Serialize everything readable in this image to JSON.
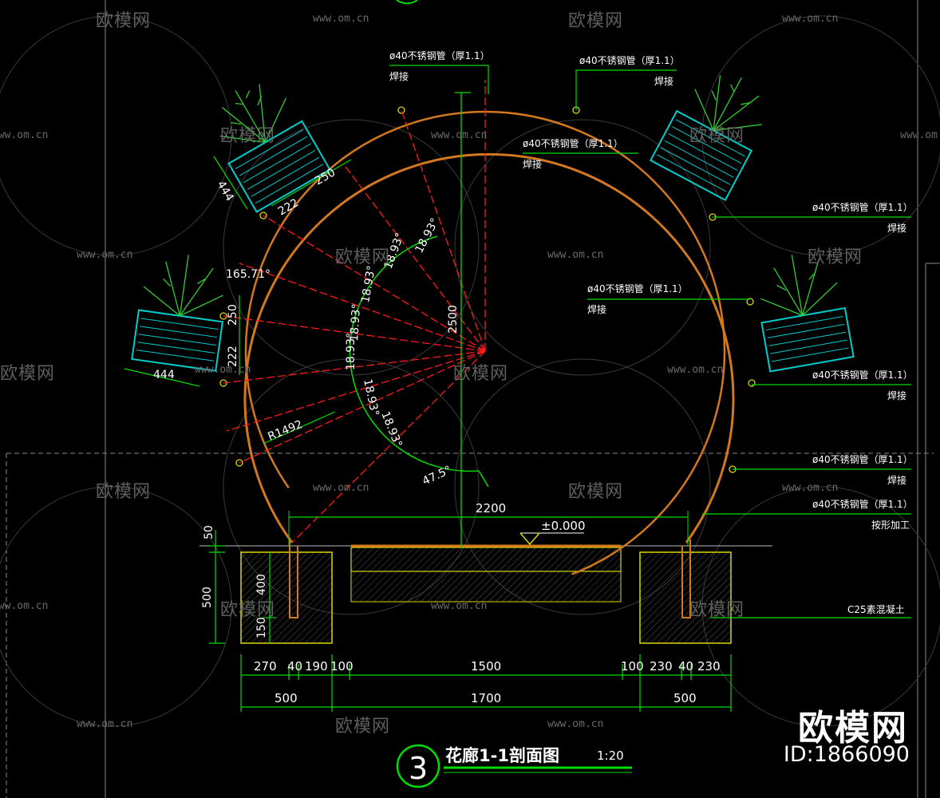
{
  "drawing": {
    "title": "花廊1-1剖面图",
    "scale": "1:20",
    "section_number": "3",
    "elevation": "±0.000",
    "radius_label": "R1492",
    "pipe_label": "ø40不锈钢管（厚1.1）",
    "weld_label": "焊接",
    "bend_label": "按形加工",
    "concrete_label": "C25素混凝土",
    "angles": [
      "18.93°",
      "18.93°",
      "18.93°",
      "18.93°",
      "18.93°",
      "18.93°",
      "18.93°",
      "47.5°",
      "165.71°"
    ],
    "dims": {
      "height": "2500",
      "span": "2200",
      "pot_height_a": "444",
      "pot_height_b": "444",
      "pot_a1": "250",
      "pot_a2": "222",
      "pot_b1": "250",
      "pot_b2": "222",
      "footing_depth": "500",
      "footing_upper": "400",
      "footing_lower": "150",
      "top_offset": "50",
      "bottom_row": [
        "270",
        "40",
        "190",
        "100",
        "1500",
        "100",
        "230",
        "40",
        "230"
      ],
      "total_row": [
        "500",
        "1700",
        "500"
      ]
    }
  },
  "watermark": {
    "brand": "欧模网",
    "url": "www.om.cn",
    "id": "ID:1866090"
  },
  "colors": {
    "arc": "#d2781e",
    "dimension": "#00dd00",
    "radial": "#ff1a1a",
    "pot": "#00cccc",
    "plant": "#33cc33",
    "footing": "#d8d800",
    "background": "#000000"
  }
}
